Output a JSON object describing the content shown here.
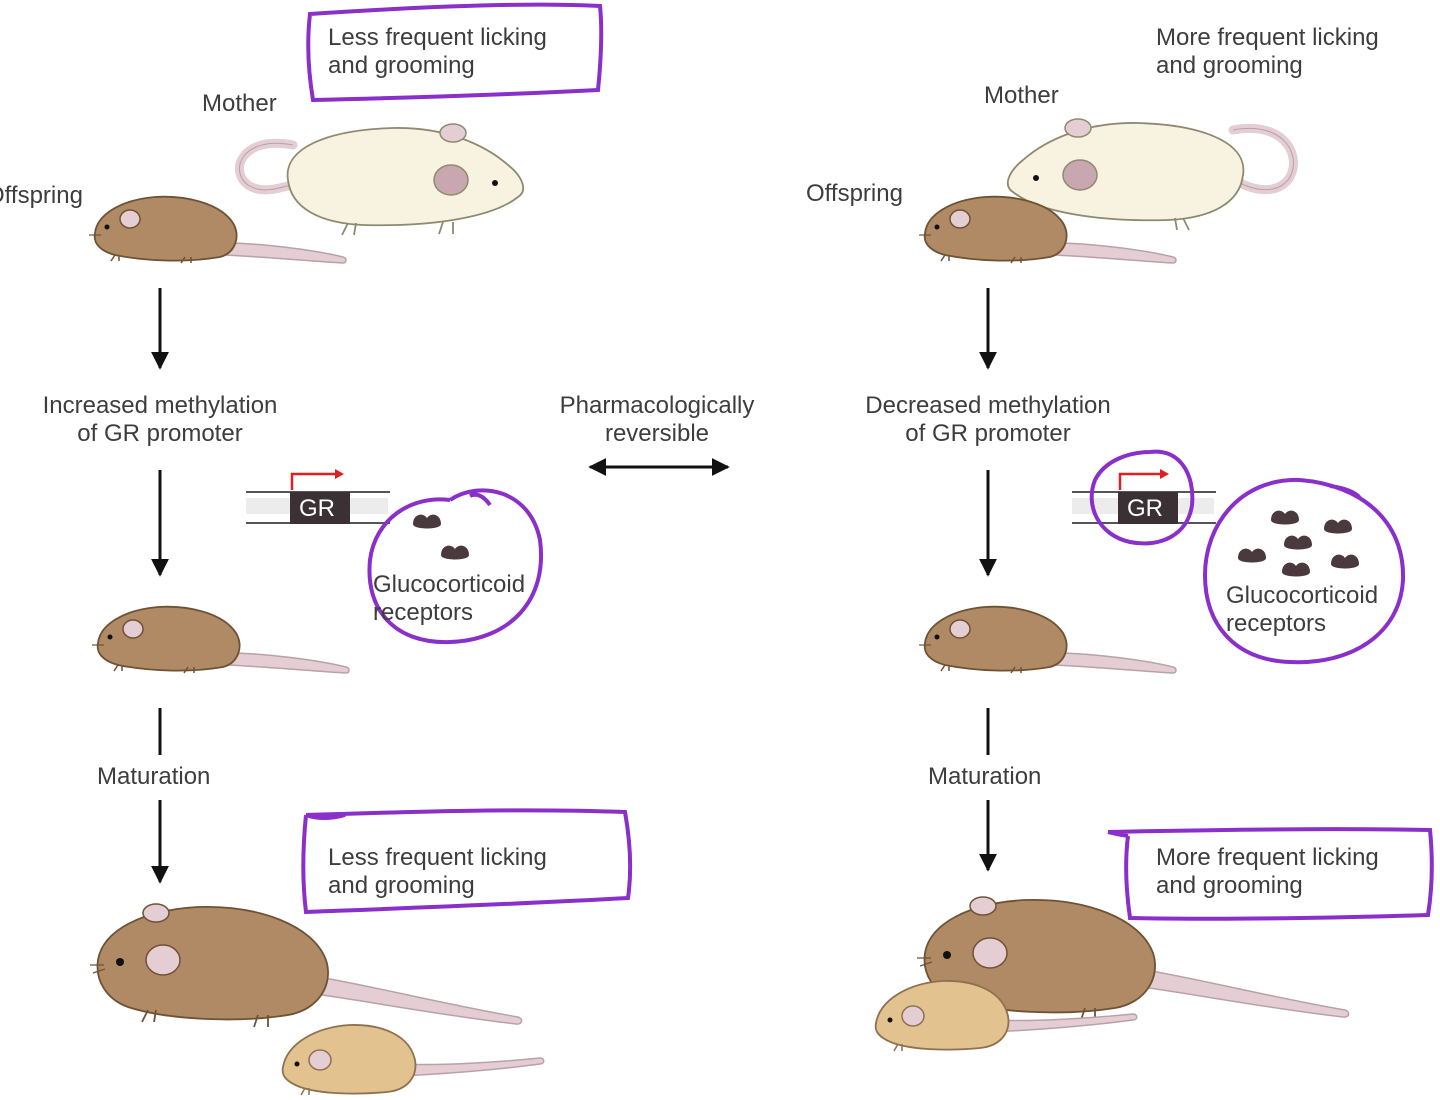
{
  "left": {
    "mother_label": "Mother",
    "offspring_label": "Offspring",
    "behavior_top": [
      "Less frequent licking",
      "and grooming"
    ],
    "methylation": [
      "Increased methylation",
      "of GR promoter"
    ],
    "gene_label": "GR",
    "receptor_label": [
      "Glucocorticoid",
      "receptors"
    ],
    "maturation": "Maturation",
    "behavior_bottom": [
      "Less frequent licking",
      "and grooming"
    ]
  },
  "right": {
    "mother_label": "Mother",
    "offspring_label": "Offspring",
    "behavior_top": [
      "More frequent licking",
      "and grooming"
    ],
    "methylation": [
      "Decreased methylation",
      "of GR promoter"
    ],
    "gene_label": "GR",
    "receptor_label": [
      "Glucocorticoid",
      "receptors"
    ],
    "maturation": "Maturation",
    "behavior_bottom": [
      "More frequent licking",
      "and grooming"
    ]
  },
  "middle": {
    "reversible": [
      "Pharmacologically",
      "reversible"
    ]
  },
  "colors": {
    "annotation": "#8a2fc9",
    "brown_mouse": "#b08a64",
    "white_mouse": "#f7f3e0",
    "light_mouse": "#e2c28f",
    "tail": "#e4cdd3",
    "gene_box": "#3b3034",
    "arrow": "#111111",
    "promoter_arrow": "#e02020",
    "receptor": "#4a3a3e"
  }
}
